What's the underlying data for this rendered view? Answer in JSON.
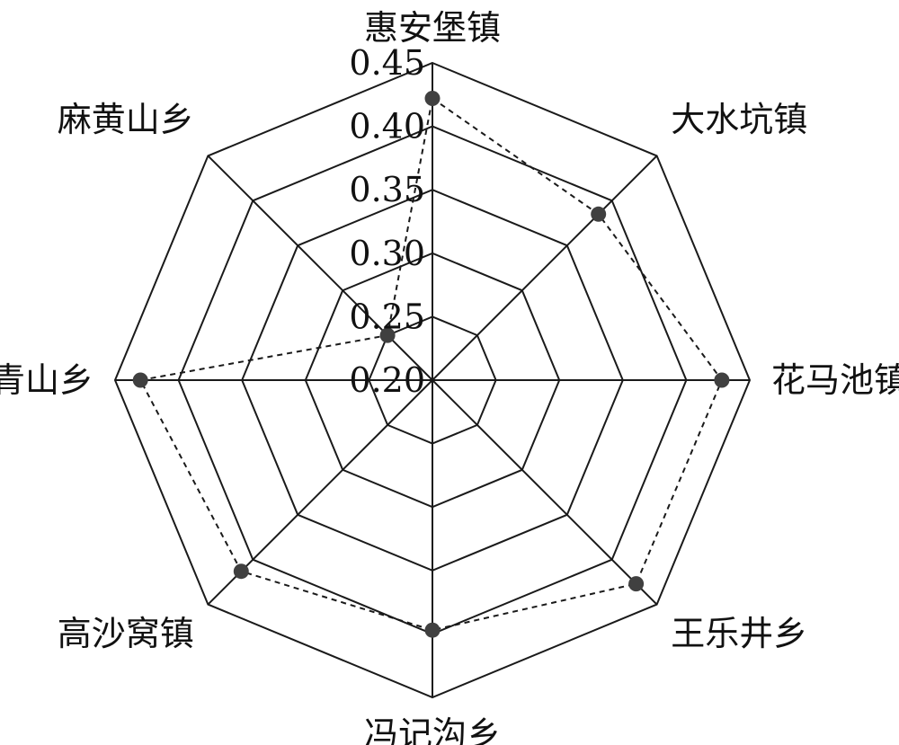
{
  "chart_data": {
    "type": "radar",
    "categories": [
      "惠安堡镇",
      "大水坑镇",
      "花马池镇",
      "王乐井乡",
      "冯记沟乡",
      "高沙窝镇",
      "青山乡",
      "麻黄山乡"
    ],
    "rlim": [
      0.2,
      0.45
    ],
    "ticks": [
      "0.20",
      "0.25",
      "0.30",
      "0.35",
      "0.40",
      "0.45"
    ],
    "series": [
      {
        "values": [
          0.422,
          0.385,
          0.428,
          0.427,
          0.397,
          0.413,
          0.43,
          0.25
        ],
        "style": "dashed",
        "marker": "circle"
      }
    ],
    "grid": true,
    "colors": {
      "line": "#1a1a1a",
      "marker": "#404040"
    }
  }
}
